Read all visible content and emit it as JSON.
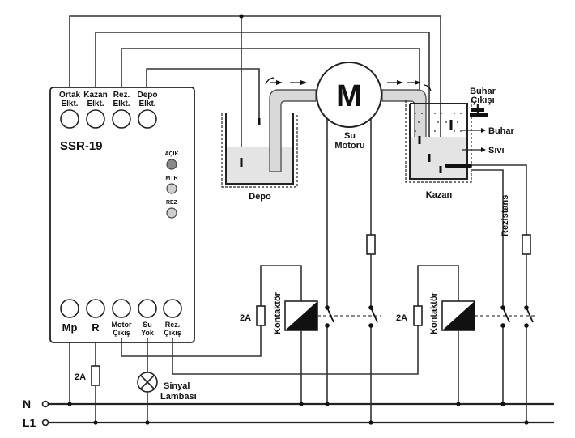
{
  "device": {
    "model": "SSR-19",
    "top_terminals": [
      {
        "line1": "Ortak",
        "line2": "Elkt."
      },
      {
        "line1": "Kazan",
        "line2": "Elkt."
      },
      {
        "line1": "Rez.",
        "line2": "Elkt."
      },
      {
        "line1": "Depo",
        "line2": "Elkt."
      }
    ],
    "leds": [
      {
        "label": "AÇIK",
        "color": "#8a8a8a"
      },
      {
        "label": "MTR",
        "color": "#cfcfcf"
      },
      {
        "label": "REZ",
        "color": "#cfcfcf"
      }
    ],
    "bottom_terminals": [
      {
        "line1": "Mp",
        "line2": ""
      },
      {
        "line1": "R",
        "line2": ""
      },
      {
        "line1": "Motor",
        "line2": "Çıkış"
      },
      {
        "line1": "Su",
        "line2": "Yok"
      },
      {
        "line1": "Rez.",
        "line2": "Çıkış"
      }
    ]
  },
  "tanks": {
    "depo": "Depo",
    "kazan": "Kazan",
    "liquid_color": "#e4e4e4"
  },
  "motor": {
    "symbol": "M",
    "line1": "Su",
    "line2": "Motoru"
  },
  "steam": {
    "outlet_line1": "Buhar",
    "outlet_line2": "Çıkışı",
    "steam_label": "Buhar",
    "liquid_label": "Sıvı"
  },
  "heater_label": "Rezistans",
  "contactor_label": "Kontaktör",
  "fuse_label": "2A",
  "lamp": {
    "line1": "Sinyal",
    "line2": "Lambası"
  },
  "buses": {
    "neutral": "N",
    "line": "L1"
  }
}
